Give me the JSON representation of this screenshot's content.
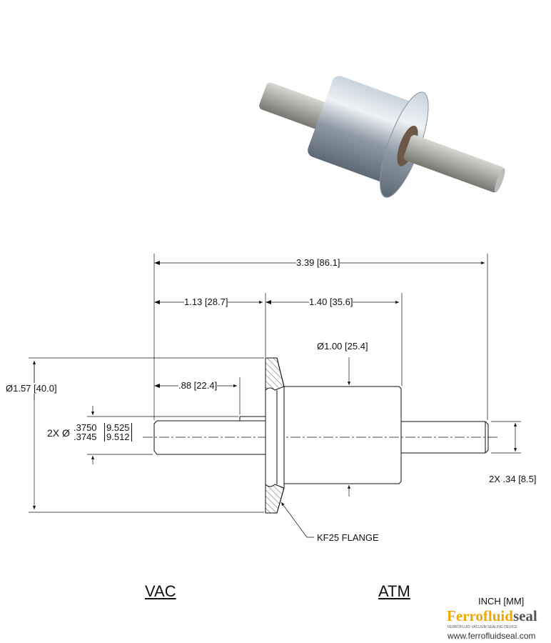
{
  "dimensions": {
    "overall_length": "3.39 [86.1]",
    "vac_side_length": "1.13 [28.7]",
    "atm_side_length": "1.40 [35.6]",
    "body_diameter": "Ø1.00 [25.4]",
    "flange_diameter": "Ø1.57 [40.0]",
    "shaft_step_length": ".88 [22.4]",
    "shaft_diameter_prefix": "2X Ø",
    "shaft_diameter_upper": ".3750",
    "shaft_diameter_lower": ".3745",
    "shaft_diameter_mm_upper": "9.525",
    "shaft_diameter_mm_lower": "9.512",
    "shaft_flat": "2X .34 [8.5]"
  },
  "callouts": {
    "flange": "KF25 FLANGE"
  },
  "labels": {
    "vac": "VAC",
    "atm": "ATM",
    "units": "INCH [MM]"
  },
  "logo": {
    "brand_a": "Ferrofluid",
    "brand_b": "seal",
    "tagline": "FERROFLUID VACUUM SEALING DEVICE",
    "url": "www.ferrofluidseal.com"
  },
  "colors": {
    "logo_orange": "#f0a800",
    "logo_gray": "#555555"
  }
}
